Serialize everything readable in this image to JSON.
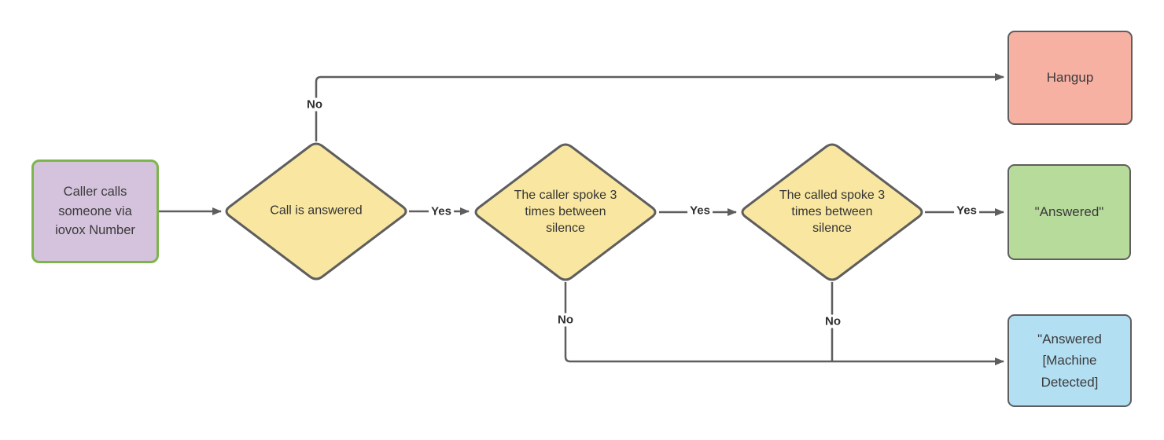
{
  "diagram": {
    "type": "flowchart",
    "nodes": {
      "start": {
        "label": "Caller calls someone via iovox Number",
        "shape": "rounded-rectangle",
        "fill": "#d5c3dd",
        "border": "#7cb64a"
      },
      "decision1": {
        "label": "Call is answered",
        "shape": "diamond",
        "fill": "#f9e7a1",
        "border": "#5e5e5e"
      },
      "decision2": {
        "label": "The caller spoke 3 times between silence",
        "shape": "diamond",
        "fill": "#f9e7a1",
        "border": "#5e5e5e"
      },
      "decision3": {
        "label": "The called spoke 3 times between silence",
        "shape": "diamond",
        "fill": "#f9e7a1",
        "border": "#5e5e5e"
      },
      "hangup": {
        "label": "Hangup",
        "shape": "rounded-rectangle",
        "fill": "#f7b1a3",
        "border": "#5e5e5e"
      },
      "answered": {
        "label": "\"Answered\"",
        "shape": "rounded-rectangle",
        "fill": "#b7db9b",
        "border": "#5e5e5e"
      },
      "machine": {
        "label": "\"Answered [Machine Detected]",
        "shape": "rounded-rectangle",
        "fill": "#b3dff2",
        "border": "#5e5e5e"
      }
    },
    "edges": {
      "start_to_decision1": {
        "label": "",
        "from": "start",
        "to": "decision1"
      },
      "decision1_no": {
        "label": "No",
        "from": "decision1",
        "to": "hangup"
      },
      "decision1_yes": {
        "label": "Yes",
        "from": "decision1",
        "to": "decision2"
      },
      "decision2_yes": {
        "label": "Yes",
        "from": "decision2",
        "to": "decision3"
      },
      "decision3_yes": {
        "label": "Yes",
        "from": "decision3",
        "to": "answered"
      },
      "decision2_no": {
        "label": "No",
        "from": "decision2",
        "to": "machine"
      },
      "decision3_no": {
        "label": "No",
        "from": "decision3",
        "to": "machine"
      }
    },
    "colors": {
      "connector": "#5e5e5e",
      "text": "#333333",
      "background": "#ffffff"
    }
  }
}
